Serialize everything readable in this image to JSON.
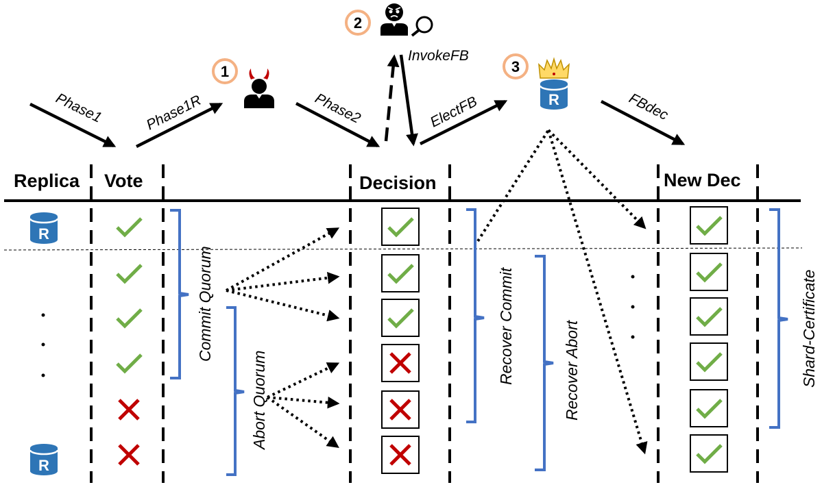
{
  "columns": {
    "replica": "Replica",
    "vote": "Vote",
    "decision": "Decision",
    "new_dec": "New Dec"
  },
  "arrows": {
    "phase1": "Phase1",
    "phase1r": "Phase1R",
    "phase2": "Phase2",
    "invoke_fb": "InvokeFB",
    "elect_fb": "ElectFB",
    "fbdec": "FBdec"
  },
  "steps": [
    "1",
    "2",
    "3"
  ],
  "brackets": {
    "commit_quorum": "Commit Quorum",
    "abort_quorum": "Abort Quorum",
    "recover_commit": "Recover Commit",
    "recover_abort": "Recover Abort",
    "shard_certificate": "Shard-Certificate"
  },
  "replica_icon_letter": "R",
  "vote_marks": [
    "check",
    "check",
    "check",
    "check",
    "cross",
    "cross"
  ],
  "decision_marks": [
    "check",
    "check",
    "check",
    "cross",
    "cross",
    "cross"
  ],
  "newdec_marks": [
    "check",
    "check",
    "check",
    "check",
    "check",
    "check"
  ],
  "colors": {
    "check": "#70ad47",
    "cross": "#c00000",
    "bracket": "#4472c4",
    "replica_db": "#2e75b6",
    "step_ring": "#f4b183",
    "devil_horns": "#c00000",
    "crown": "#ffd966"
  }
}
